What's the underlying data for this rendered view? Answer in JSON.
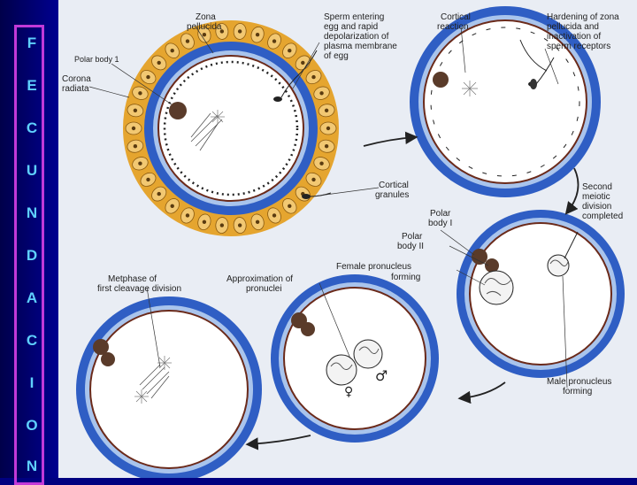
{
  "side_letters": [
    "F",
    "E",
    "C",
    "U",
    "N",
    "D",
    "A",
    "C",
    "I",
    "O",
    "N"
  ],
  "labels": {
    "zona_pellucida": [
      "Zona",
      "pellucida"
    ],
    "sperm_entering": [
      "Sperm entering",
      "egg and rapid",
      "depolarization of",
      "plasma membrane",
      "of egg"
    ],
    "cortical_reaction": [
      "Cortical",
      "reaction"
    ],
    "hardening": [
      "Hardening of zona",
      "pellucida and",
      "inactivation of",
      "sperm receptors"
    ],
    "polar_body_1_top": "Polar body 1",
    "corona_radiata": [
      "Corona",
      "radiata"
    ],
    "cortical_granules": [
      "Cortical",
      "granules"
    ],
    "second_meiotic": [
      "Second",
      "meiotic",
      "division",
      "completed"
    ],
    "polar_body_1_mid": [
      "Polar",
      "body I"
    ],
    "polar_body_2": [
      "Polar",
      "body II"
    ],
    "female_pronucleus": [
      "Female pronucleus",
      "forming"
    ],
    "metaphase": [
      "Metphase of",
      "first cleavage division"
    ],
    "approximation": [
      "Approximation of",
      "pronuclei"
    ],
    "male_pronucleus": [
      "Male pronucleus",
      "forming"
    ],
    "female_symbol": "♀",
    "male_symbol": "♂"
  },
  "colors": {
    "zona_blue": "#2f5ec4",
    "zona_light": "#a9c4ec",
    "corona": "#e5a52f",
    "arrow": "#222222"
  }
}
